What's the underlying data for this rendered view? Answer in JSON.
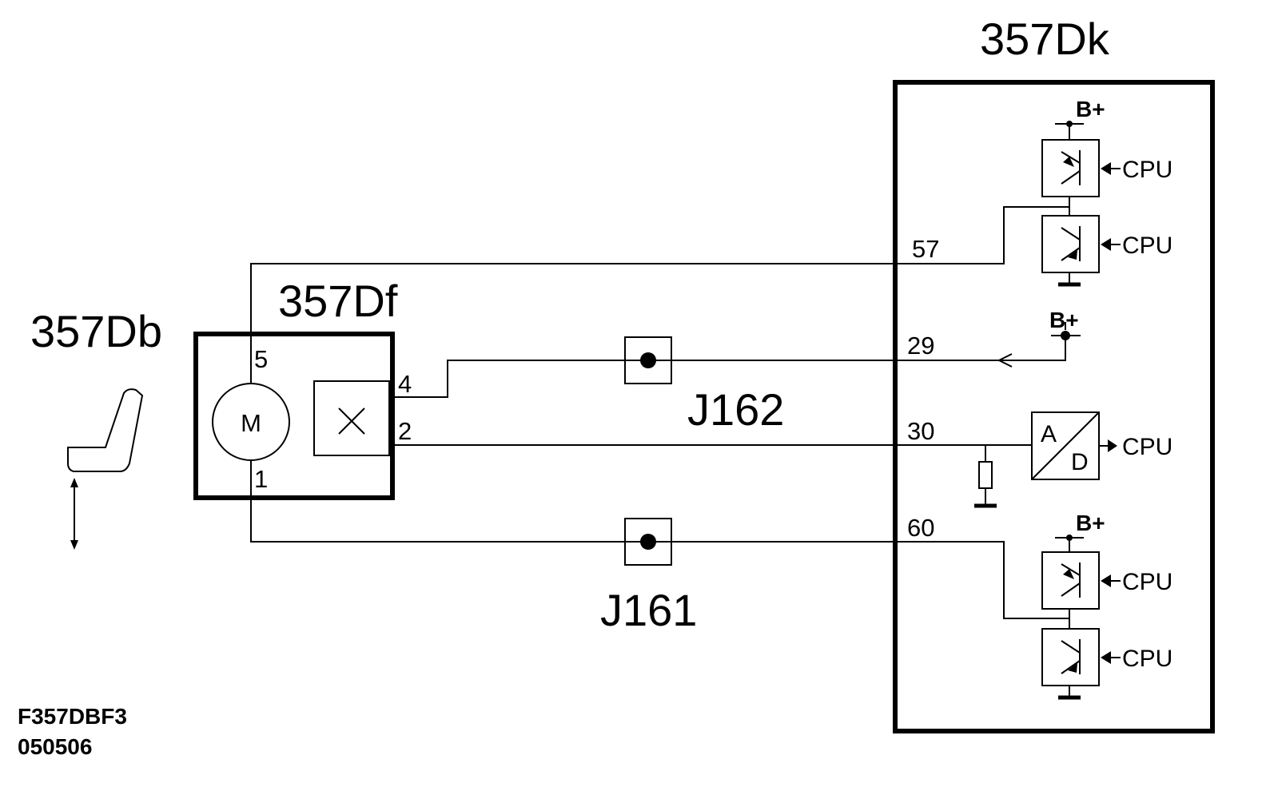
{
  "components": {
    "seat": "357Db",
    "motor_unit": "357Df",
    "control_unit": "357Dk"
  },
  "motor": {
    "symbol": "M",
    "pins": {
      "p5": "5",
      "p4": "4",
      "p2": "2",
      "p1": "1"
    }
  },
  "junctions": {
    "j162": "J162",
    "j161": "J161"
  },
  "ecu": {
    "pins": {
      "p57": "57",
      "p29": "29",
      "p30": "30",
      "p60": "60"
    },
    "supply_label": "B+",
    "cpu_label": "CPU",
    "adc": {
      "a": "A",
      "d": "D"
    }
  },
  "reference": {
    "code": "F357DBF3",
    "date": "050506"
  }
}
